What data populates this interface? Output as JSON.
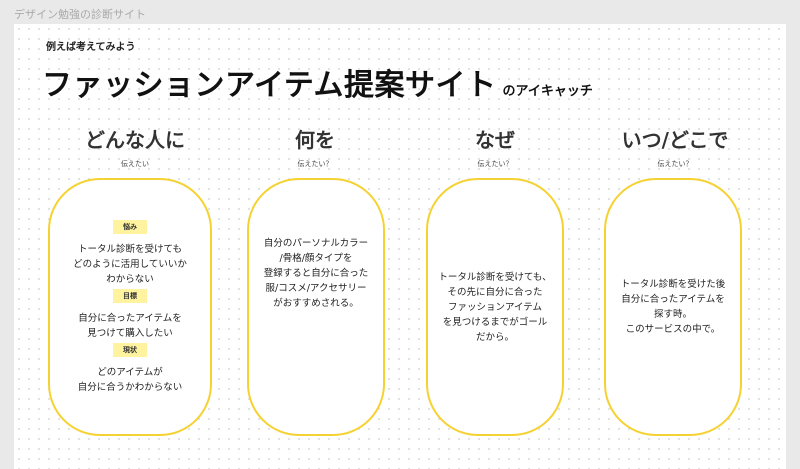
{
  "top_label": "デザイン勉強の診断サイト",
  "eyebrow": "例えば考えてみよう",
  "title": "ファッションアイテム提案サイト",
  "title_suffix": "のアイキャッチ",
  "columns": [
    {
      "heading": "どんな人に",
      "sub": "伝えたい",
      "sections": [
        {
          "tag": "悩み",
          "text": "トータル診断を受けても\nどのように活用していいか\nわからない"
        },
        {
          "tag": "目標",
          "text": "自分に合ったアイテムを\n見つけて購入したい"
        },
        {
          "tag": "現状",
          "text": "どのアイテムが\n自分に合うかわからない"
        }
      ]
    },
    {
      "heading": "何を",
      "sub": "伝えたい？",
      "text": "自分のパーソナルカラー\n/骨格/顔タイプを\n登録すると自分に合った\n服/コスメ/アクセサリー\nがおすすめされる。"
    },
    {
      "heading": "なぜ",
      "sub": "伝えたい？",
      "text": "トータル診断を受けても、\nその先に自分に合った\nファッションアイテム\nを見つけるまでがゴール\nだから。"
    },
    {
      "heading": "いつ/どこで",
      "sub": "伝えたい？",
      "text": "トータル診断を受けた後\n自分に合ったアイテムを\n探す時。\nこのサービスの中で。"
    }
  ],
  "colors": {
    "card_border": "#f5d232",
    "tag_bg": "#fff3a0"
  }
}
